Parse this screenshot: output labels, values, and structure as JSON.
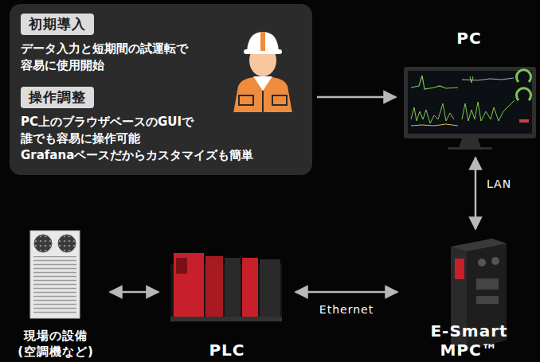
{
  "diagram": {
    "nodes": [
      {
        "text": [
          "初期導入",
          "データ入力と短期間の試運転で 容易に使用開始",
          "操作調整",
          "PC上のブラウザベースのGUIで 誰でも容易に操作可能 Grafanaベースだからカスタマイズも簡単"
        ]
      },
      {
        "text": [
          "PC"
        ]
      },
      {
        "text": [
          "現場の設備 (空調機など)"
        ]
      },
      {
        "text": [
          "PLC"
        ]
      },
      {
        "text": [
          "E-Smart MPC™"
        ]
      }
    ],
    "edges": [
      {
        "from": 0,
        "to": 1,
        "arrow": "to"
      },
      {
        "from": 1,
        "to": 4,
        "arrow": "both",
        "label": "LAN"
      },
      {
        "from": 2,
        "to": 3,
        "arrow": "both"
      },
      {
        "from": 3,
        "to": 4,
        "arrow": "both",
        "label": "Ethernet"
      }
    ]
  }
}
